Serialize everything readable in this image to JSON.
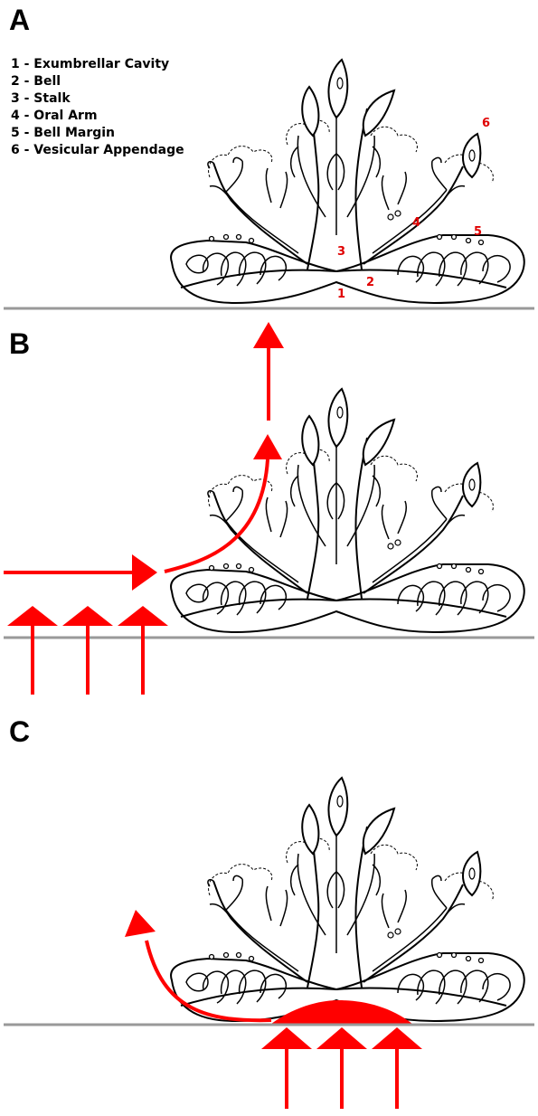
{
  "panels": [
    {
      "letter": "A"
    },
    {
      "letter": "B"
    },
    {
      "letter": "C"
    }
  ],
  "legend": [
    "1 - Exumbrellar Cavity",
    "2 - Bell",
    "3 - Stalk",
    "4 - Oral Arm",
    "5 - Bell Margin",
    "6 - Vesicular Appendage"
  ],
  "part_numbers": [
    "1",
    "2",
    "3",
    "4",
    "5",
    "6"
  ],
  "colors": {
    "arrow": "#ff0000",
    "ground": "#999999",
    "outline": "#000000"
  }
}
